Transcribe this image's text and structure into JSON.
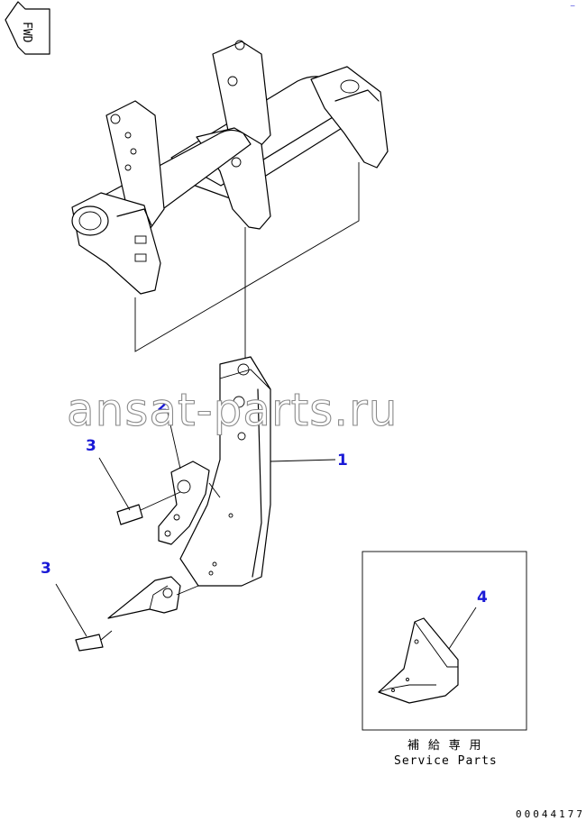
{
  "fwd_label": "FWD",
  "callouts": [
    {
      "id": "1",
      "label": "1"
    },
    {
      "id": "2",
      "label": "2"
    },
    {
      "id": "3a",
      "label": "3"
    },
    {
      "id": "3b",
      "label": "3"
    },
    {
      "id": "4",
      "label": "4"
    }
  ],
  "service_parts": {
    "japanese": "補 給 専 用",
    "english": "Service Parts"
  },
  "watermark": "ansat-parts.ru",
  "drawing_code": "00044177",
  "corner_mark": "⁻",
  "colors": {
    "callout": "#1a1ad6",
    "line": "#000000",
    "watermark_outline": "#8a8a8a"
  }
}
